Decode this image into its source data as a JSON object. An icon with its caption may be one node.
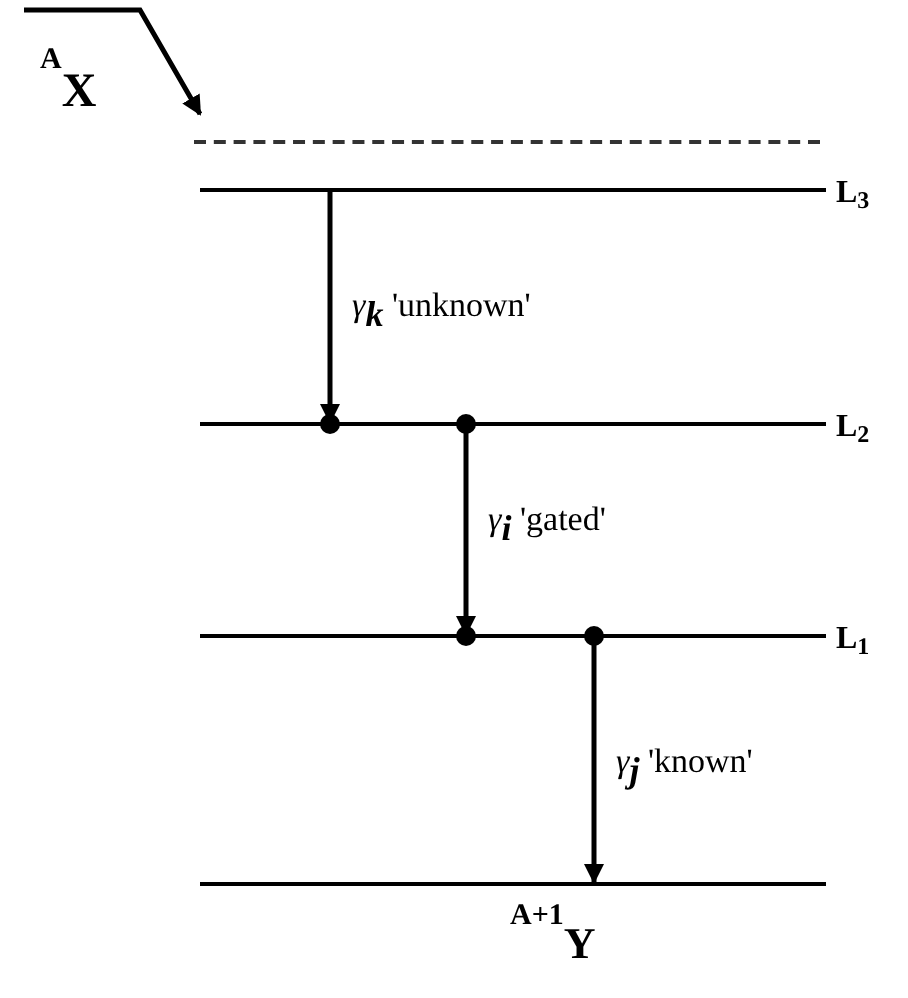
{
  "diagram": {
    "nodes": [
      {
        "text": [],
        "shape": "bar"
      },
      {
        "text": [],
        "shape": "bar",
        "beside": [
          "L$_{3}$"
        ]
      },
      {
        "text": [],
        "shape": "bar",
        "beside": [
          "L$_{2}$"
        ]
      },
      {
        "text": [],
        "shape": "bar",
        "beside": [
          "L$_{1}$"
        ]
      },
      {
        "text": [],
        "shape": "bar",
        "beside": [
          "$^{A+1}$Y"
        ]
      }
    ],
    "edges": [
      {
        "from": null,
        "to": 0,
        "arrow": "to"
      },
      {
        "from": 1,
        "to": 2,
        "arrow": "to",
        "label": "*γ*$_{k}$ 'unknown'"
      },
      {
        "from": 2,
        "to": 3,
        "arrow": "to",
        "label": "*γ*$_{i}$ 'gated'"
      },
      {
        "from": 3,
        "to": 4,
        "arrow": "to",
        "label": "*γ*$_{j}$ 'known'"
      }
    ],
    "labels": [
      "$^{A}$X"
    ]
  }
}
